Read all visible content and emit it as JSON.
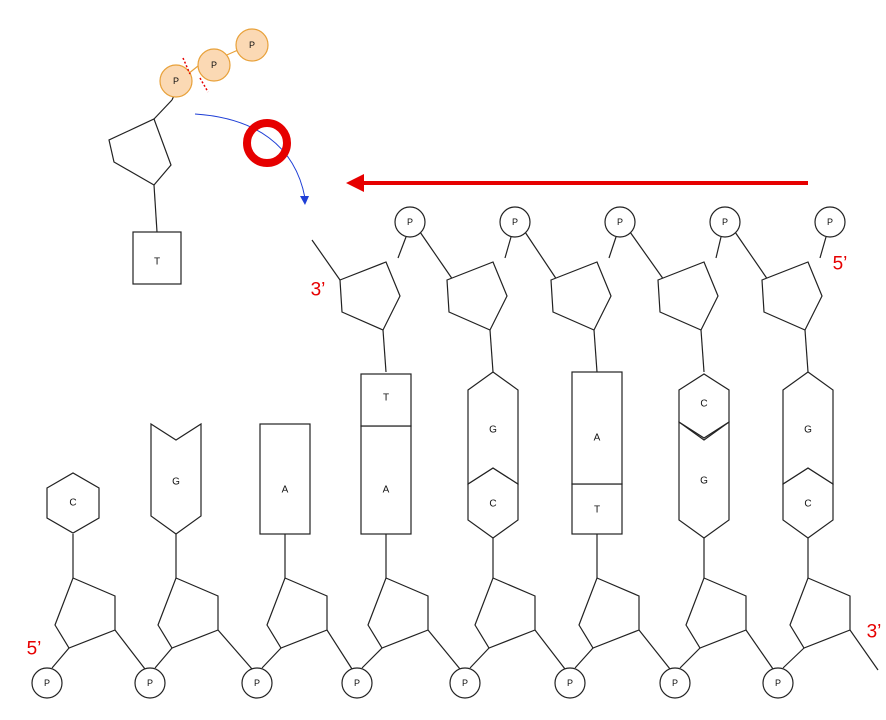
{
  "colors": {
    "line": "#222222",
    "phosphate_fill": "#fbd9b4",
    "phosphate_stroke": "#e8a13a",
    "end_label": "#e60000",
    "direction_arrow": "#e60000",
    "stop_ring": "#e60000",
    "transfer_arrow": "#1f3fd6",
    "cleave_mark": "#e60000"
  },
  "phosphate_label": "P",
  "incoming_nucleotide": {
    "base": "T",
    "phosphates": [
      "P",
      "P",
      "P"
    ]
  },
  "template_strand": {
    "five_prime_label": "5’",
    "three_prime_label": "3’",
    "bases": [
      "C",
      "G",
      "A",
      "A",
      "C",
      "T",
      "G",
      "C"
    ]
  },
  "new_strand": {
    "three_prime_label": "3’",
    "five_prime_label": "5’",
    "bases": [
      "T",
      "G",
      "A",
      "C",
      "G"
    ]
  },
  "icons": {
    "direction": "left-arrow-icon",
    "stop": "red-ring-icon",
    "transfer": "curved-arrow-icon",
    "cleavage": "dotted-cut-mark-icon"
  }
}
